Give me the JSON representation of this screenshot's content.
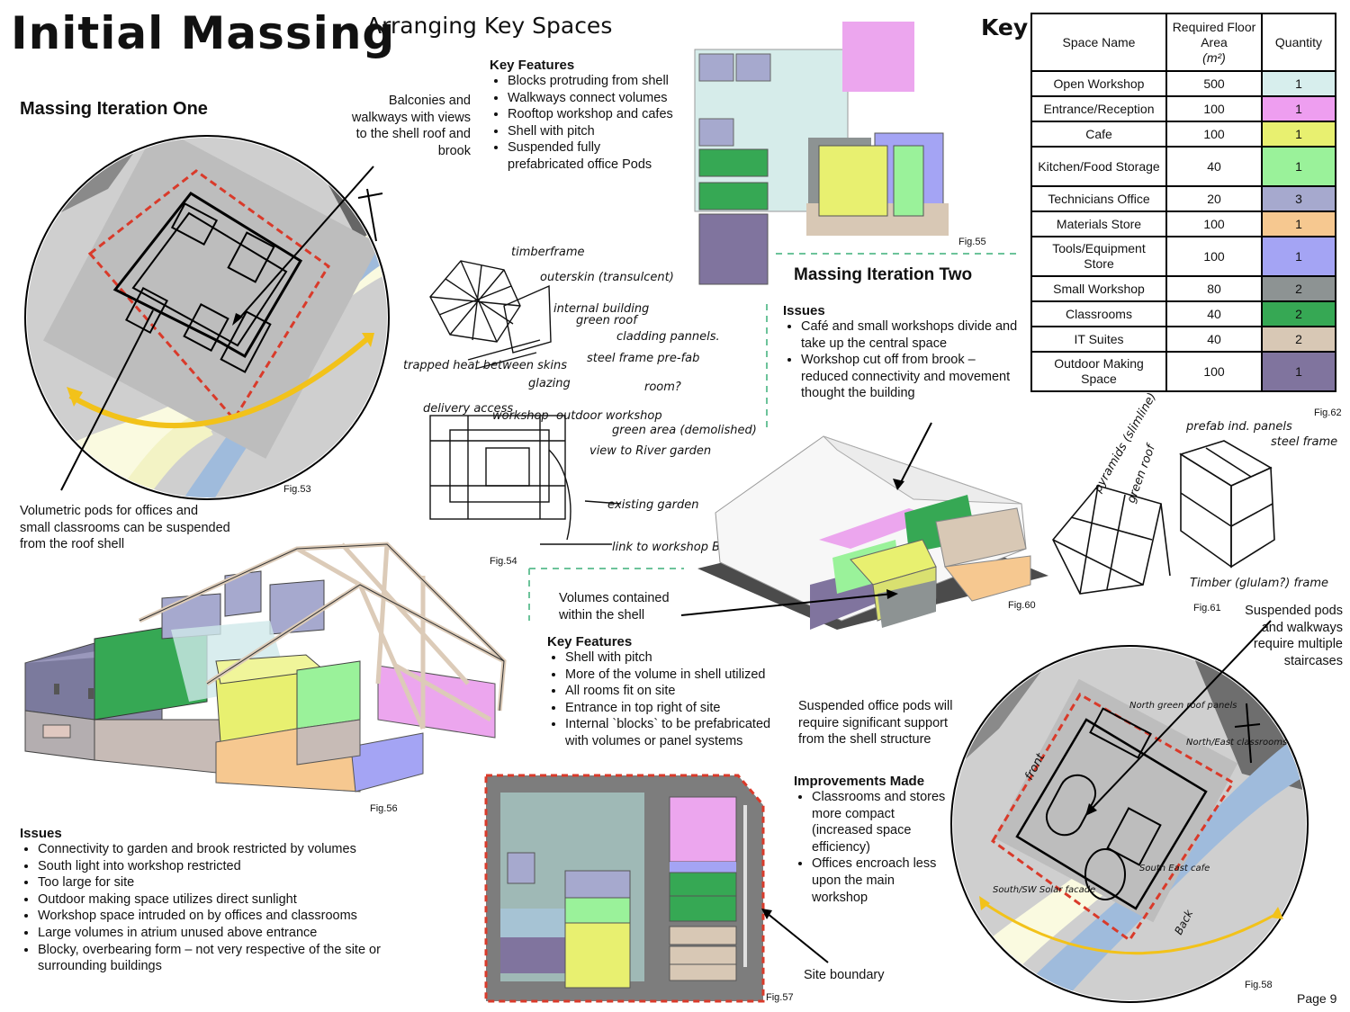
{
  "header": {
    "title": "Initial Massing",
    "subtitle": "Arranging Key Spaces",
    "key_label": "Key",
    "page": "Page 9"
  },
  "iteration_one": {
    "title": "Massing Iteration One",
    "balconies_note": "Balconies and walkways with views to the shell roof and brook",
    "pods_note": "Volumetric pods for offices and small classrooms can be suspended from the roof shell",
    "features_title": "Key Features",
    "features": [
      "Blocks protruding from shell",
      "Walkways connect volumes",
      " Rooftop workshop and cafes",
      "Shell with pitch",
      "Suspended fully prefabricated office Pods"
    ],
    "issues_title": "Issues",
    "issues": [
      "Connectivity to garden and brook restricted by volumes",
      "South light into workshop restricted",
      "Too large for site",
      "Outdoor making space utilizes direct sunlight",
      "Workshop space intruded on by offices and classrooms",
      "Large volumes in atrium unused above entrance",
      "Blocky, overbearing form – not very respective of the site or surrounding buildings"
    ]
  },
  "iteration_two": {
    "title": "Massing Iteration Two",
    "issues_title": "Issues",
    "issues": [
      "Café and small workshops divide and take up the central space",
      "Workshop cut off from brook – reduced connectivity and movement thought the building"
    ],
    "volumes_note": "Volumes contained within the shell",
    "features_title": "Key Features",
    "features": [
      "Shell with pitch",
      "More of the volume in shell utilized",
      "All rooms fit on site",
      "Entrance in top right of site",
      "Internal `blocks` to be prefabricated  with volumes or panel systems"
    ],
    "suspended_note": "Suspended office pods will require significant support from the shell structure",
    "improvements_title": "Improvements Made",
    "improvements": [
      "Classrooms and stores more compact (increased space efficiency)",
      "Offices encroach less upon the main workshop"
    ],
    "site_boundary": "Site boundary",
    "pods_stairs_note": "Suspended pods and walkways require multiple staircases"
  },
  "key_table": {
    "headers": [
      "Space Name",
      "Required Floor Area",
      "(m²)",
      "Quantity"
    ],
    "rows": [
      {
        "name": "Open Workshop",
        "area": "500",
        "qty": "1",
        "color": "#d7eeed"
      },
      {
        "name": "Entrance/Reception",
        "area": "100",
        "qty": "1",
        "color": "#ee9ef0"
      },
      {
        "name": "Cafe",
        "area": "100",
        "qty": "1",
        "color": "#e8f070"
      },
      {
        "name": "Kitchen/Food Storage",
        "area": "40",
        "qty": "1",
        "color": "#9af29a"
      },
      {
        "name": "Technicians Office",
        "area": "20",
        "qty": "3",
        "color": "#a6a9ce"
      },
      {
        "name": "Materials Store",
        "area": "100",
        "qty": "1",
        "color": "#f6c890"
      },
      {
        "name": "Tools/Equipment Store",
        "area": "100",
        "qty": "1",
        "color": "#a4a4f4"
      },
      {
        "name": "Small Workshop",
        "area": "80",
        "qty": "2",
        "color": "#8d9393"
      },
      {
        "name": "Classrooms",
        "area": "40",
        "qty": "2",
        "color": "#36a854"
      },
      {
        "name": "IT Suites",
        "area": "40",
        "qty": "2",
        "color": "#d8c8b5"
      },
      {
        "name": "Outdoor Making Space",
        "area": "100",
        "qty": "1",
        "color": "#80749e"
      }
    ]
  },
  "figures": {
    "fig53": "Fig.53",
    "fig54": "Fig.54",
    "fig55": "Fig.55",
    "fig56": "Fig.56",
    "fig57": "Fig.57",
    "fig58": "Fig.58",
    "fig60": "Fig.60",
    "fig61": "Fig.61",
    "fig62": "Fig.62"
  },
  "sketch_labels": {
    "timber_frame": "timberframe",
    "outer_skin": "outerskin (transulcent)",
    "internal_building": "internal building",
    "green_roof": "green roof",
    "cladding": "cladding pannels.",
    "trapped_heat": "trapped heat between skins",
    "glazing": "glazing",
    "steel_frame": "steel frame pre-fab",
    "room": "room?",
    "delivery": "delivery access",
    "workshop": "workshop",
    "outdoor_workshop": "outdoor workshop",
    "green_area": "green area (demolished)",
    "view_river": "view to River garden",
    "existing_garden": "existing garden",
    "link_workshop": "link to workshop B.",
    "prefab_panels": "prefab ind. panels",
    "steel_frame2": "steel frame",
    "pyramids": "pyramids (slimline)",
    "green_roof2": "green roof",
    "timber_frame2": "Timber (glulam?) frame",
    "front": "front",
    "back": "Back",
    "south_facade": "South/SW Solar facade",
    "north_panels": "North green roof panels",
    "ne_classrooms": "North/East classrooms",
    "se_cafe": "South East cafe"
  }
}
